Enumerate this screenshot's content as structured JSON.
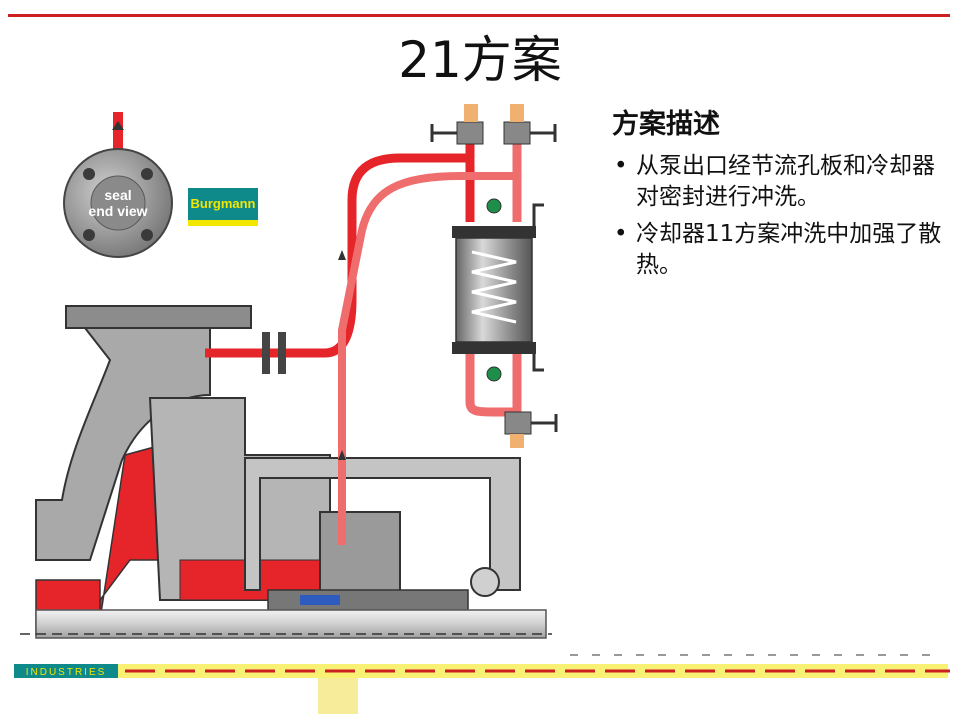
{
  "slide": {
    "title": "21方案",
    "description_heading": "方案描述",
    "bullets": [
      "从泵出口经节流孔板和冷却器对密封进行冲洗。",
      "冷却器11方案冲洗中加强了散热。"
    ]
  },
  "diagram": {
    "seal_end_view_label_line1": "seal",
    "seal_end_view_label_line2": "end view",
    "logo_text": "Burgmann",
    "industries_text": "INDUSTRIES"
  },
  "colors": {
    "accent_red": "#cc1f1f",
    "hot_flow": "#e6252b",
    "cooled_flow": "#ef6d6d",
    "metal": "#a9a9a9",
    "dark_metal": "#555555",
    "logo_teal": "#0e8a8a",
    "logo_yellow": "#f3e600"
  }
}
